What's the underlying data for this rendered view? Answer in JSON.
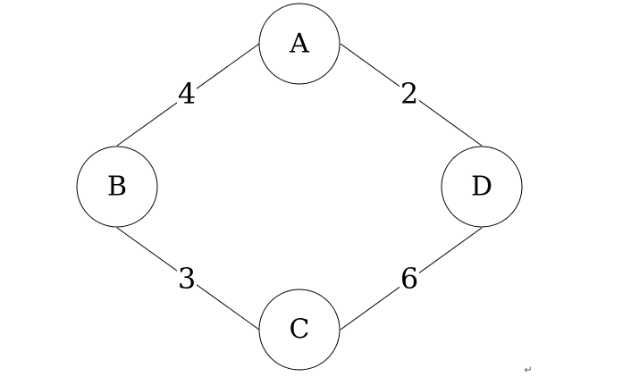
{
  "nodes": {
    "a": "A",
    "b": "B",
    "c": "C",
    "d": "D"
  },
  "edges": {
    "a_b": "4",
    "a_d": "2",
    "b_c": "3",
    "c_d": "6"
  },
  "paragraph_mark": "↵"
}
